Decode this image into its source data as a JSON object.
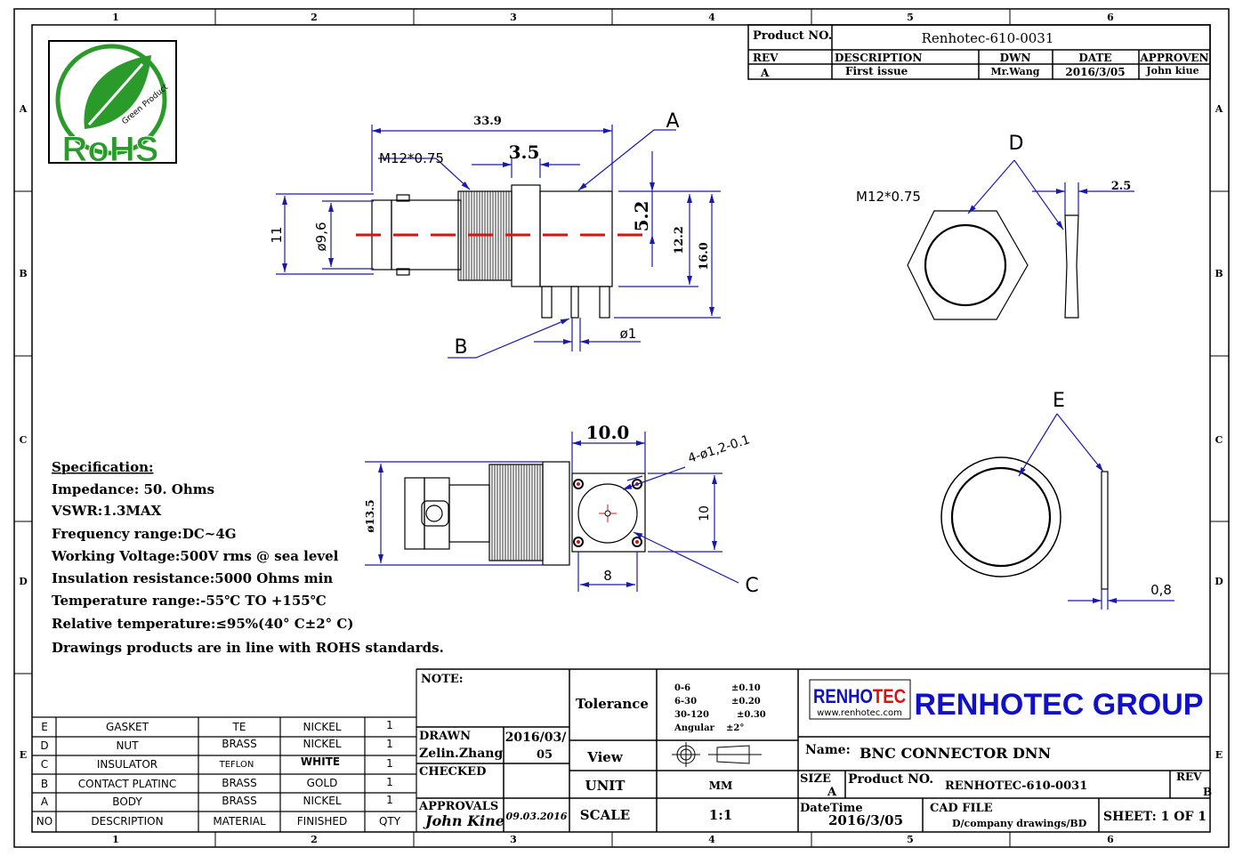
{
  "grid": {
    "cols": [
      "1",
      "2",
      "3",
      "4",
      "5",
      "6"
    ],
    "rows": [
      "A",
      "B",
      "C",
      "D",
      "E"
    ]
  },
  "logo": {
    "rohs": "RoHS",
    "green": "Green Product"
  },
  "revision_block": {
    "product_no_label": "Product NO.",
    "product_no": "Renhotec-610-0031",
    "headers": [
      "REV",
      "DESCRIPTION",
      "DWN",
      "DATE",
      "APPROVEN"
    ],
    "row": [
      "A",
      "First issue",
      "Mr.Wang",
      "2016/3/05",
      "John kiue"
    ]
  },
  "dims": {
    "overall": "33.9",
    "thread": "M12*0.75",
    "flange": "3.5",
    "d1": "5.2",
    "d2": "12.2",
    "d3": "16.0",
    "h11": "11",
    "dia96": "ø9,6",
    "pin": "ø1",
    "callA": "A",
    "callB": "B",
    "callC": "C",
    "callD": "D",
    "callE": "E",
    "nut_thread": "M12*0.75",
    "nut_t": "2.5",
    "sq": "10.0",
    "sq_h": "10",
    "pitch": "8",
    "holes": "4-ø1,2-0.1",
    "dia135": "ø13.5",
    "gasket_t": "0,8"
  },
  "spec": {
    "title": "Specification:",
    "lines": [
      "Impedance: 50. Ohms",
      "VSWR:1.3MAX",
      "Frequency range:DC~4G",
      "Working Voltage:500V rms @ sea level",
      "Insulation resistance:5000 Ohms min",
      "Temperature range:-55℃ TO +155℃",
      "Relative temperature:≤95%(40° C±2° C)",
      "Drawings products are in line with ROHS standards."
    ]
  },
  "bom": {
    "rows": [
      [
        "E",
        "GASKET",
        "TE",
        "NICKEL",
        "1"
      ],
      [
        "D",
        "NUT",
        "BRASS",
        "NICKEL",
        "1"
      ],
      [
        "C",
        "INSULATOR",
        "TEFLON",
        "WHITE",
        "1"
      ],
      [
        "B",
        "CONTACT PLATINC",
        "BRASS",
        "GOLD",
        "1"
      ],
      [
        "A",
        "BODY",
        "BRASS",
        "NICKEL",
        "1"
      ]
    ],
    "headers": [
      "NO",
      "DESCRIPTION",
      "MATERIAL",
      "FINISHED",
      "QTY"
    ]
  },
  "title_block": {
    "note": "NOTE:",
    "drawn": "DRAWN",
    "drawn_by": "Zelin.Zhang",
    "drawn_date1": "2016/03/",
    "drawn_date2": "05",
    "checked": "CHECKED",
    "approvals": "APPROVALS",
    "approver_sig": "John Kine",
    "approval_date": "09.03.2016",
    "tolerance_label": "Tolerance",
    "tolerances": [
      [
        "0-6",
        "±0.10"
      ],
      [
        "6-30",
        "±0.20"
      ],
      [
        "30-120",
        "±0.30"
      ],
      [
        "Angular",
        "±2°"
      ]
    ],
    "view_label": "View",
    "unit_label": "UNIT",
    "unit": "MM",
    "scale_label": "SCALE",
    "scale": "1:1",
    "brand_logo_a": "RENHO",
    "brand_logo_b": "TEC",
    "brand_url": "www.renhotec.com",
    "company": "RENHOTEC  GROUP",
    "name_label": "Name:",
    "name": "BNC CONNECTOR DNN",
    "size_label": "SIZE",
    "size": "A",
    "product_label": "Product NO.",
    "product": "RENHOTEC-610-0031",
    "rev_label": "REV",
    "rev": "B",
    "datetime_label": "DateTime",
    "datetime": "2016/3/05",
    "cad_label": "CAD FILE",
    "cad": "D/company drawings/BD",
    "sheet": "SHEET:  1 OF 1"
  },
  "colors": {
    "dim": "#1a1aaa",
    "center": "#e01010",
    "brand_blue": "#1010c8",
    "brand_red": "#e01010",
    "rohs_green": "#2a9a2a"
  }
}
